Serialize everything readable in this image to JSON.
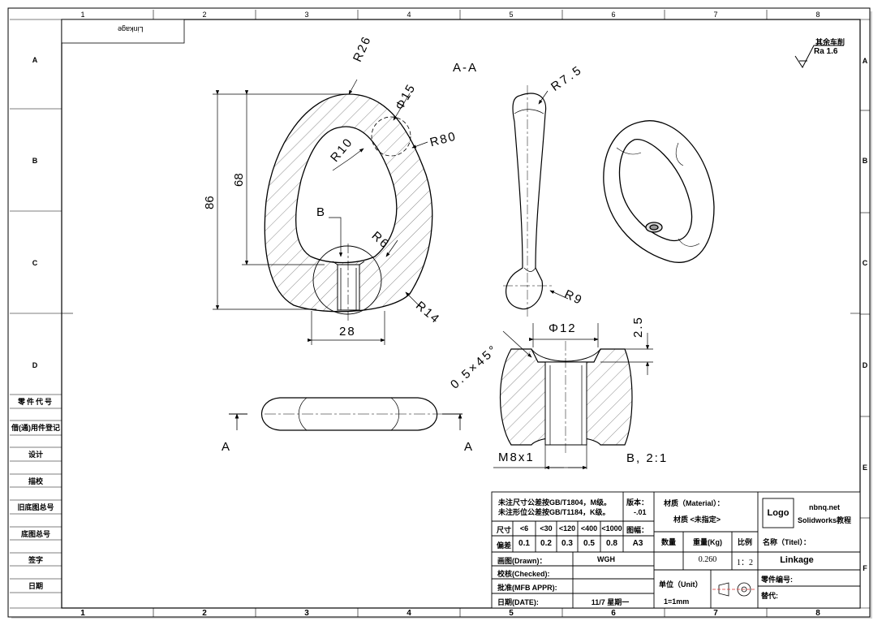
{
  "top_box": {
    "text": "Linkage"
  },
  "col_numbers": [
    "1",
    "2",
    "3",
    "4",
    "5",
    "6",
    "7",
    "8"
  ],
  "row_letters": [
    "A",
    "B",
    "C",
    "D",
    "E",
    "F"
  ],
  "left_labels": [
    "零件代号",
    "借(通)用件登记",
    "设计",
    "描校",
    "旧底图总号",
    "底图总号",
    "签字",
    "日期"
  ],
  "roughness": {
    "label": "其余车削",
    "value": "Ra 1.6"
  },
  "view_labels": {
    "section": "A-A",
    "detail": "B, 2:1",
    "cut_left": "A",
    "cut_right": "A",
    "detail_marker": "B"
  },
  "dims": {
    "r26": "R26",
    "d15": "Φ15",
    "r80": "R80",
    "r10": "R10",
    "r6": "R6",
    "r14": "R14",
    "h86": "86",
    "h68": "68",
    "w28": "28",
    "r75": "R7.5",
    "r9": "R9",
    "d12": "Φ12",
    "h25": "2.5",
    "chamfer": "0.5×45°",
    "thread": "M8x1"
  },
  "title_block": {
    "notes": [
      "未注尺寸公差按GB/T1804，M级。",
      "未注形位公差按GB/T1184，K级。"
    ],
    "version_label": "版本：",
    "version_value": "-.01",
    "size_label": "尺寸",
    "size_values": [
      "<6",
      "<30",
      "<120",
      "<400",
      "<1000"
    ],
    "deviation_label": "偏差",
    "deviation_values": [
      "0.1",
      "0.2",
      "0.3",
      "0.5",
      "0.8"
    ],
    "sheet_label": "图幅：",
    "sheet_value": "A3",
    "material_label": "材质（Material）：",
    "material_value": "材质 <未指定>",
    "logo": "Logo",
    "site": "nbnq.net",
    "site_sub": "Solidworks教程",
    "qty_label": "数量",
    "weight_label": "重量(Kg)",
    "scale_label": "比例",
    "weight_value": "0.260",
    "scale_value": "1：2",
    "name_label": "名称（Titel）：",
    "name_value": "Linkage",
    "drawn_label": "画图(Drawn)：",
    "drawn_value": "WGH",
    "checked_label": "校核(Checked):",
    "approved_label": "批准(MFB APPR):",
    "date_label": "日期(DATE):",
    "date_value": "11/7 星期一",
    "unit_label": "单位（Unit）",
    "unit_value": "1=1mm",
    "part_no_label": "零件编号:",
    "replace_label": "替代:"
  }
}
